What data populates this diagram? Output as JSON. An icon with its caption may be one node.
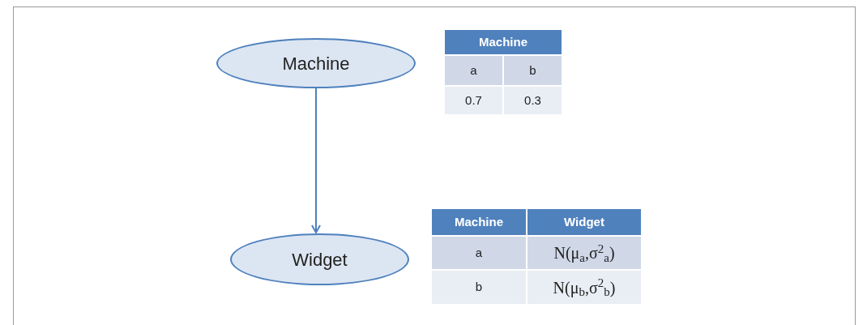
{
  "diagram": {
    "nodes": [
      {
        "text": [
          "Machine"
        ]
      },
      {
        "text": [
          "Widget"
        ]
      }
    ],
    "edges": [
      {
        "from": 0,
        "to": 1,
        "arrow": "to"
      }
    ],
    "labels": [
      "Machine",
      "a",
      "b",
      "0.7",
      "0.3",
      "Machine",
      "Widget",
      "a",
      "N(μ$_{a}$,σ$^{2}$$_{a}$)",
      "b",
      "N(μ$_{b}$,σ$^{2}$$_{b}$)"
    ]
  }
}
